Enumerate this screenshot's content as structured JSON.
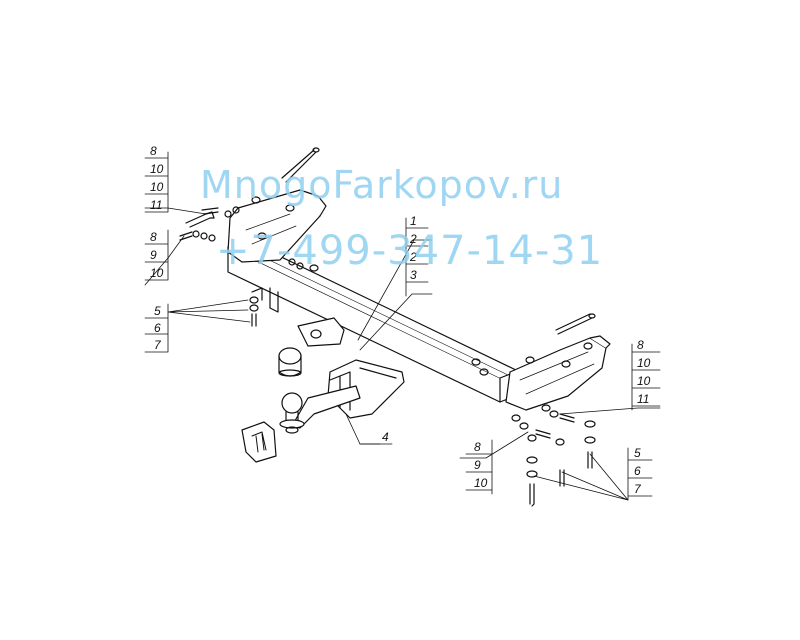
{
  "watermark": {
    "site": "MnogoFarkopov.ru",
    "phone": "+7-499-347-14-31",
    "color": "#8fd0f0"
  },
  "callouts": {
    "left_top": [
      "8",
      "10",
      "10",
      "11"
    ],
    "left_mid": [
      "8",
      "9",
      "10"
    ],
    "left_low": [
      "5",
      "6",
      "7"
    ],
    "center": [
      "1",
      "2",
      "2",
      "3"
    ],
    "ball_mount": [
      "4"
    ],
    "right_top": [
      "8",
      "10",
      "10",
      "11"
    ],
    "right_mid": [
      "8",
      "9",
      "10"
    ],
    "right_low": [
      "5",
      "6",
      "7"
    ]
  },
  "colors": {
    "line": "#111111",
    "paper": "#ffffff"
  }
}
